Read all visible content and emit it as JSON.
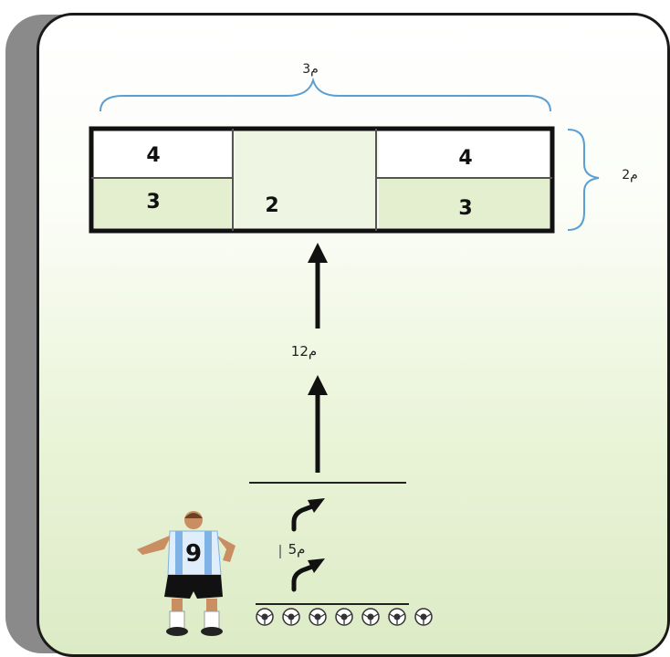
{
  "goal": {
    "cells": {
      "left_top": "4",
      "left_bottom": "3",
      "center": "2",
      "right_top": "4",
      "right_bottom": "3"
    }
  },
  "dimensions": {
    "width_label": "م3",
    "height_label": "م2",
    "distance_label": "م12",
    "start_label": "م5"
  },
  "player": {
    "shirt_number": "9"
  },
  "balls": {
    "count": 7
  },
  "colors": {
    "brace": "#5a9fd4",
    "panel_bottom": "#dcebc6",
    "frame": "#1a1a1a"
  }
}
